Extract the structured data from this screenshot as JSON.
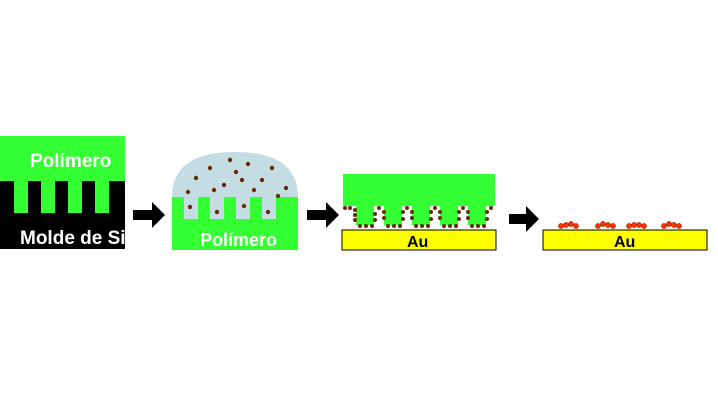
{
  "colors": {
    "polymer": "#33ff33",
    "mold": "#000000",
    "droplet": "#c4dde3",
    "gold": "#ffff00",
    "particle_dark": "#6b2a0a",
    "particle_red": "#ff3300"
  },
  "steps": [
    {
      "label_top": "Polímero",
      "label_bottom": "Molde de Si"
    },
    {
      "label": "Polímero"
    },
    {
      "label": "Au"
    },
    {
      "label": "Au"
    }
  ],
  "arrows": [
    "arrow-right",
    "arrow-right",
    "arrow-right"
  ]
}
